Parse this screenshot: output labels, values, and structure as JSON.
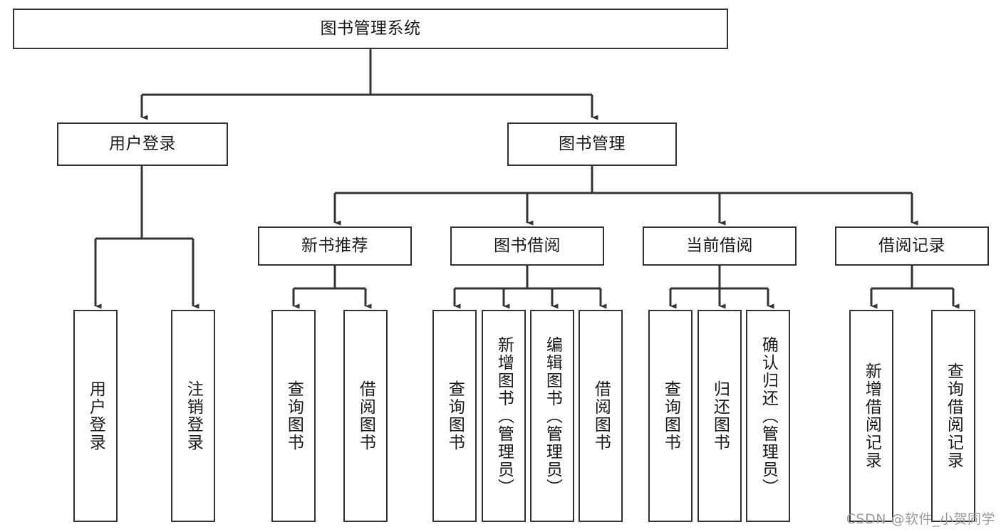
{
  "diagram": {
    "type": "tree-hierarchy",
    "title": "图书管理系统",
    "root": {
      "id": "root",
      "label": "图书管理系统",
      "orientation": "horizontal"
    },
    "level2": [
      {
        "id": "user-login",
        "label": "用户登录",
        "orientation": "horizontal"
      },
      {
        "id": "book-mgmt",
        "label": "图书管理",
        "orientation": "horizontal"
      }
    ],
    "level3": [
      {
        "id": "new-book-rec",
        "label": "新书推荐",
        "orientation": "horizontal",
        "parent": "book-mgmt"
      },
      {
        "id": "book-borrow",
        "label": "图书借阅",
        "orientation": "horizontal",
        "parent": "book-mgmt"
      },
      {
        "id": "current-borrow",
        "label": "当前借阅",
        "orientation": "horizontal",
        "parent": "book-mgmt"
      },
      {
        "id": "borrow-record",
        "label": "借阅记录",
        "orientation": "horizontal",
        "parent": "book-mgmt"
      }
    ],
    "leaves": [
      {
        "id": "leaf-user-login",
        "label": "用户登录",
        "orientation": "vertical",
        "parent": "user-login"
      },
      {
        "id": "leaf-user-logout",
        "label": "注销登录",
        "orientation": "vertical",
        "parent": "user-login"
      },
      {
        "id": "leaf-query-book-1",
        "label": "查询图书",
        "orientation": "vertical",
        "parent": "new-book-rec"
      },
      {
        "id": "leaf-borrow-book-1",
        "label": "借阅图书",
        "orientation": "vertical",
        "parent": "new-book-rec"
      },
      {
        "id": "leaf-query-book-2",
        "label": "查询图书",
        "orientation": "vertical",
        "parent": "book-borrow"
      },
      {
        "id": "leaf-add-book",
        "label": "新增图书（管理员）",
        "orientation": "vertical",
        "parent": "book-borrow"
      },
      {
        "id": "leaf-edit-book",
        "label": "编辑图书（管理员）",
        "orientation": "vertical",
        "parent": "book-borrow"
      },
      {
        "id": "leaf-borrow-book-2",
        "label": "借阅图书",
        "orientation": "vertical",
        "parent": "book-borrow"
      },
      {
        "id": "leaf-query-book-3",
        "label": "查询图书",
        "orientation": "vertical",
        "parent": "current-borrow"
      },
      {
        "id": "leaf-return-book",
        "label": "归还图书",
        "orientation": "vertical",
        "parent": "current-borrow"
      },
      {
        "id": "leaf-confirm-return",
        "label": "确认归还（管理员）",
        "orientation": "vertical",
        "parent": "current-borrow"
      },
      {
        "id": "leaf-add-record",
        "label": "新增借阅记录",
        "orientation": "vertical",
        "parent": "borrow-record"
      },
      {
        "id": "leaf-query-record",
        "label": "查询借阅记录",
        "orientation": "vertical",
        "parent": "borrow-record"
      }
    ]
  },
  "watermark": {
    "text": "CSDN @软件_小贺同学"
  },
  "colors": {
    "stroke": "#333333",
    "fill": "#ffffff",
    "text": "#1a1a1a",
    "watermark": "#9a9a9a"
  }
}
